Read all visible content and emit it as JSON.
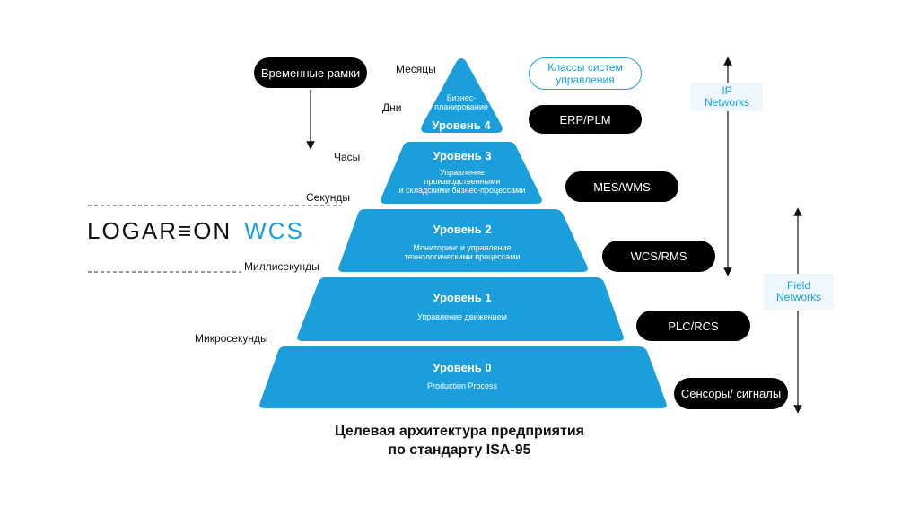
{
  "timeframe_button": "Временные рамки",
  "time_labels": [
    "Месяцы",
    "Дни",
    "Часы",
    "Секунды",
    "Миллисекунды",
    "Микросекунды"
  ],
  "levels": [
    {
      "title": "Уровень 4",
      "desc": "Бизнес-\nпланирование"
    },
    {
      "title": "Уровень 3",
      "desc": "Управление\nпроизводственными\nи складскими бизнес-процессами"
    },
    {
      "title": "Уровень 2",
      "desc": "Мониторинг и управление\nтехнологическими процессами"
    },
    {
      "title": "Уровень 1",
      "desc": "Управление движением"
    },
    {
      "title": "Уровень 0",
      "desc": "Production Process"
    }
  ],
  "control_systems_header": "Классы систем управления",
  "systems": [
    "ERP/PLM",
    "MES/WMS",
    "WCS/RMS",
    "PLC/RCS",
    "Сенсоры/ сигналы"
  ],
  "networks": {
    "ip": "IP\nNetworks",
    "field": "Field\nNetworks"
  },
  "logo": {
    "part1": "LOGAR≡ON",
    "part2": "WCS"
  },
  "caption": {
    "line1": "Целевая архитектура предприятия",
    "line2": "по стандарту ISA-95"
  },
  "colors": {
    "primary": "#1a9fdc",
    "dark": "#000000"
  }
}
